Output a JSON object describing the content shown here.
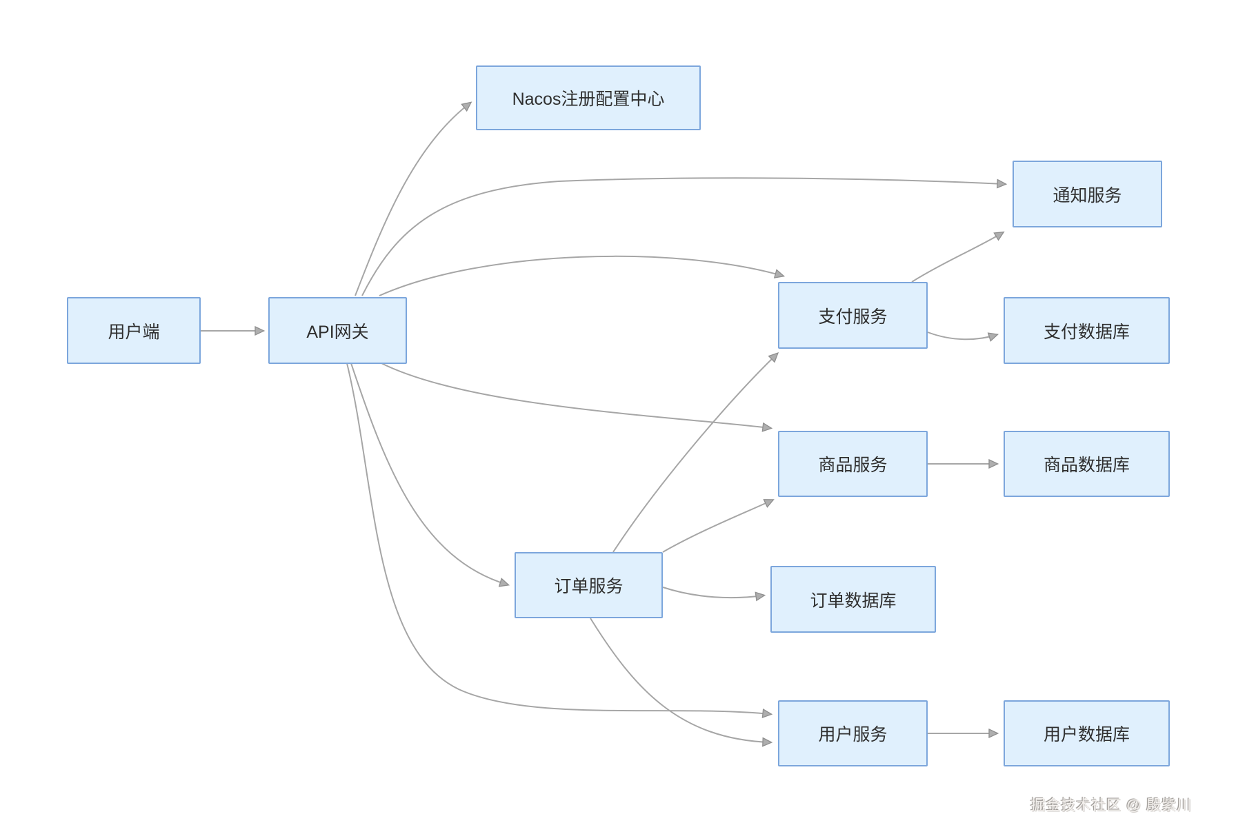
{
  "diagram": {
    "title": "microservices-architecture",
    "nodes": [
      {
        "id": "user-client",
        "label": "用户端"
      },
      {
        "id": "api-gateway",
        "label": "API网关"
      },
      {
        "id": "nacos",
        "label": "Nacos注册配置中心"
      },
      {
        "id": "notify-service",
        "label": "通知服务"
      },
      {
        "id": "pay-service",
        "label": "支付服务"
      },
      {
        "id": "pay-db",
        "label": "支付数据库"
      },
      {
        "id": "goods-service",
        "label": "商品服务"
      },
      {
        "id": "goods-db",
        "label": "商品数据库"
      },
      {
        "id": "order-service",
        "label": "订单服务"
      },
      {
        "id": "order-db",
        "label": "订单数据库"
      },
      {
        "id": "user-service",
        "label": "用户服务"
      },
      {
        "id": "user-db",
        "label": "用户数据库"
      }
    ],
    "edges": [
      {
        "from": "user-client",
        "to": "api-gateway"
      },
      {
        "from": "api-gateway",
        "to": "nacos"
      },
      {
        "from": "api-gateway",
        "to": "notify-service"
      },
      {
        "from": "api-gateway",
        "to": "pay-service"
      },
      {
        "from": "api-gateway",
        "to": "goods-service"
      },
      {
        "from": "api-gateway",
        "to": "order-service"
      },
      {
        "from": "api-gateway",
        "to": "user-service"
      },
      {
        "from": "order-service",
        "to": "pay-service"
      },
      {
        "from": "order-service",
        "to": "goods-service"
      },
      {
        "from": "order-service",
        "to": "order-db"
      },
      {
        "from": "order-service",
        "to": "user-service"
      },
      {
        "from": "pay-service",
        "to": "notify-service"
      },
      {
        "from": "pay-service",
        "to": "pay-db"
      },
      {
        "from": "goods-service",
        "to": "goods-db"
      },
      {
        "from": "user-service",
        "to": "user-db"
      }
    ]
  },
  "watermark": {
    "text": "掘金技术社区 @ 殷紫川"
  },
  "colors": {
    "node_fill": "#e0f0fd",
    "node_border": "#7ca6dc",
    "edge_color": "#a6a6a6",
    "arrow_fill": "#aeaeae",
    "arrow_stroke": "#8f8f8f",
    "text_color": "#2f2f2f"
  }
}
